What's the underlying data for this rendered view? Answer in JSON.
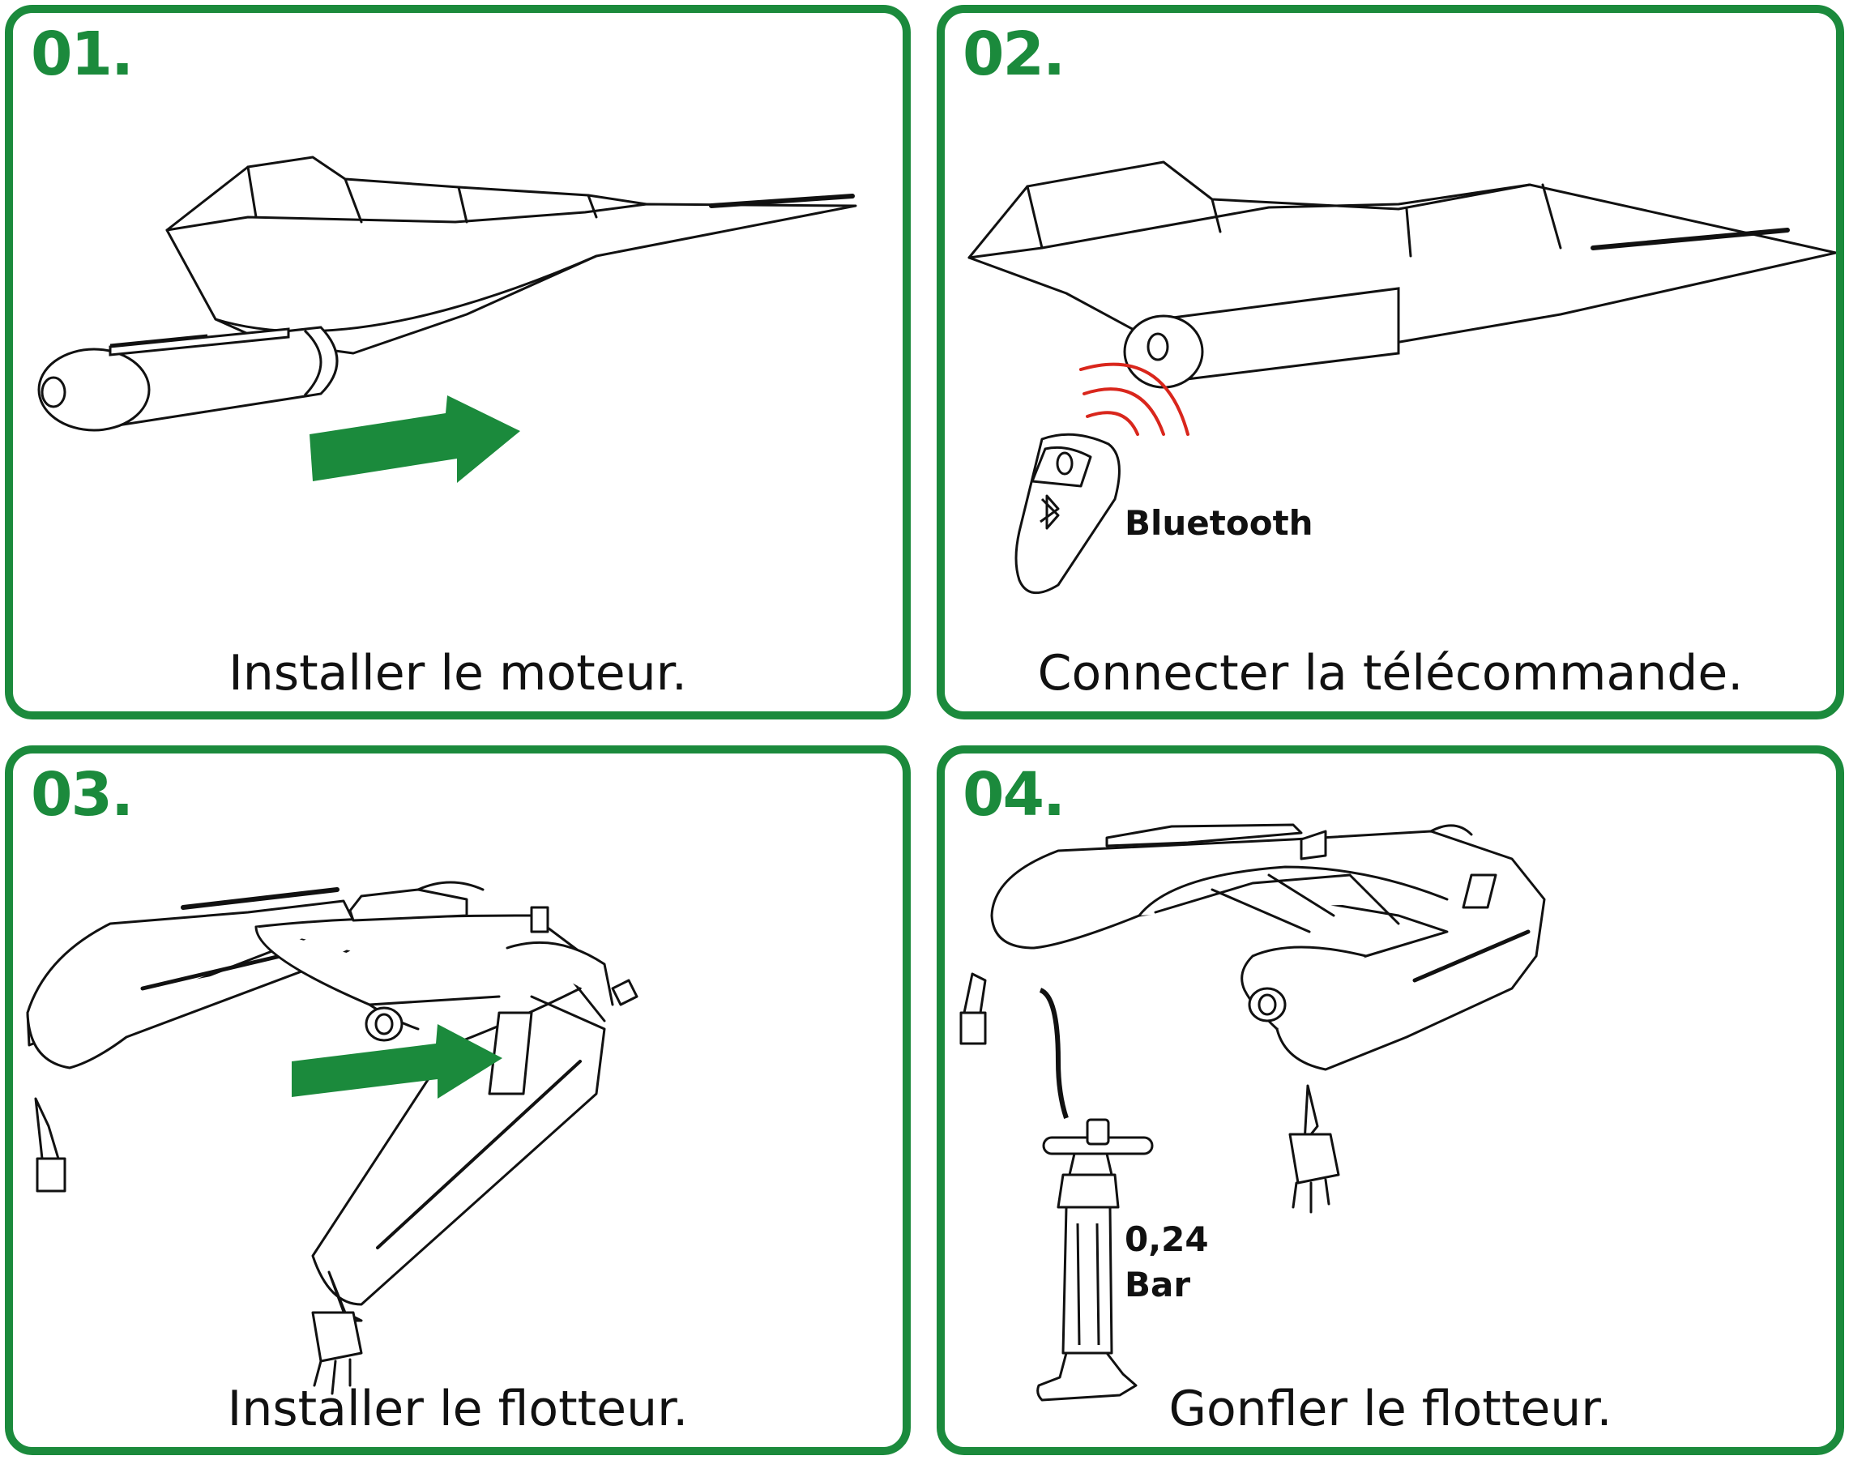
{
  "colors": {
    "accent": "#1b8a3c",
    "signal": "#d9261c",
    "ink": "#111111"
  },
  "steps": [
    {
      "number": "01.",
      "caption": "Installer le moteur."
    },
    {
      "number": "02.",
      "caption": "Connecter la télécommande.",
      "remote_label": "Bluetooth"
    },
    {
      "number": "03.",
      "caption": "Installer le flotteur."
    },
    {
      "number": "04.",
      "caption": "Gonfler le flotteur.",
      "pressure_value": "0,24",
      "pressure_unit": "Bar"
    }
  ]
}
